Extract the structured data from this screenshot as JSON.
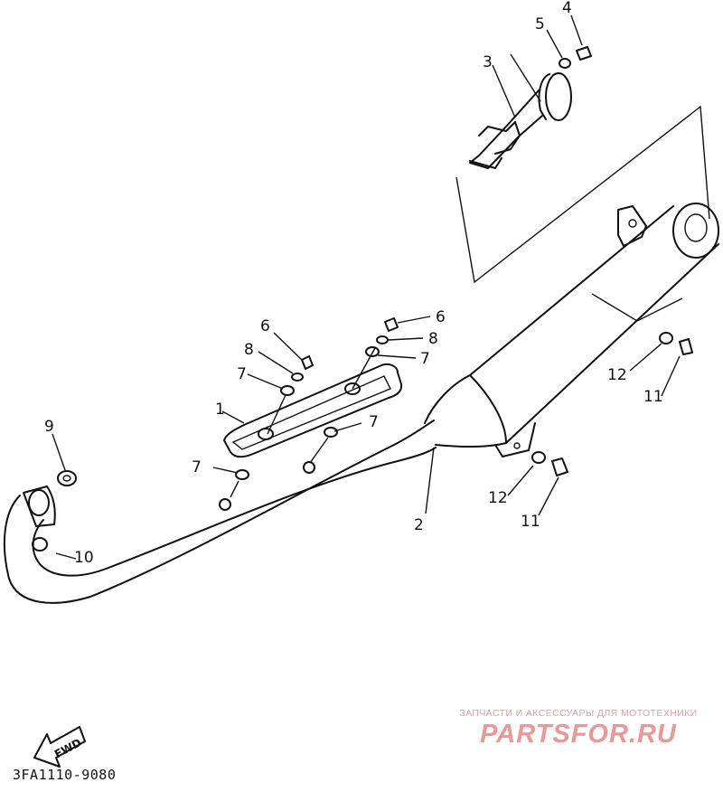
{
  "diagram": {
    "labels": {
      "p1": "1",
      "p2": "2",
      "p3": "3",
      "p4": "4",
      "p5": "5",
      "p6a": "6",
      "p6b": "6",
      "p7a": "7",
      "p7b": "7",
      "p7c": "7",
      "p7d": "7",
      "p8a": "8",
      "p8b": "8",
      "p9": "9",
      "p10": "10",
      "p11a": "11",
      "p11b": "11",
      "p12a": "12",
      "p12b": "12"
    },
    "fwd_label": "FWD",
    "code": "3FA1110-9080"
  },
  "watermark": {
    "top": "ЗАПЧАСТИ И АКСЕССУАРЫ ДЛЯ МОТОТЕХНИКИ",
    "main": "PARTSFOR.RU"
  }
}
